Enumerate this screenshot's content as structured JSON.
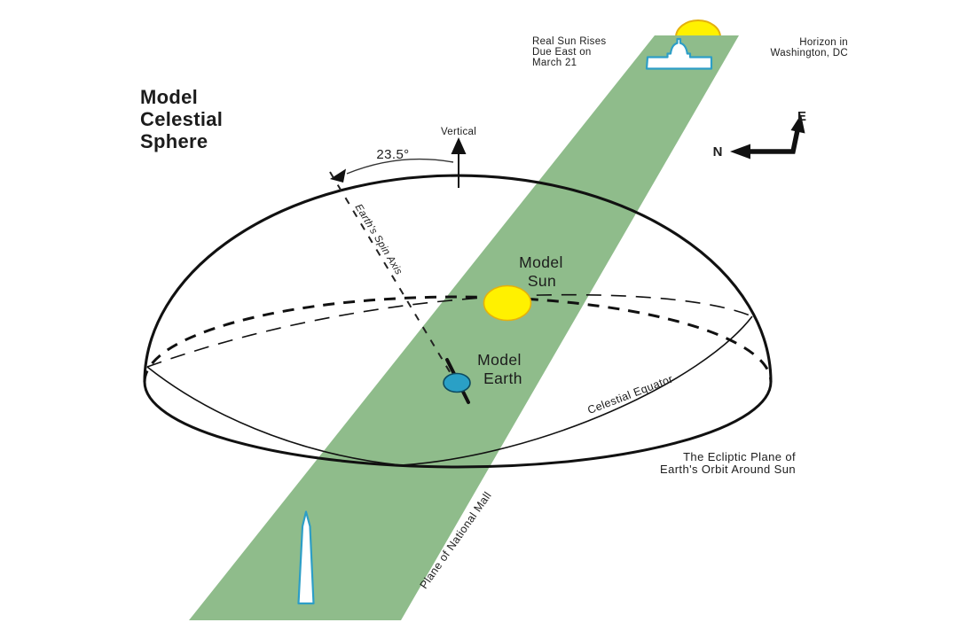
{
  "title": {
    "lines": [
      "Model",
      "Celestial",
      "Sphere"
    ]
  },
  "labels": {
    "real_sun_note": {
      "lines": [
        "Real Sun Rises",
        "Due East on",
        "March 21"
      ]
    },
    "horizon_note": {
      "lines": [
        "Horizon in",
        "Washington, DC"
      ]
    },
    "vertical": "Vertical",
    "tilt_angle": "23.5°",
    "spin_axis": "Earth's Spin Axis",
    "model_sun": {
      "lines": [
        "Model",
        "Sun"
      ]
    },
    "model_earth": {
      "lines": [
        "Model",
        "Earth"
      ]
    },
    "celestial_equator": "Celestial Equator",
    "ecliptic_note": {
      "lines": [
        "The Ecliptic Plane of",
        "Earth's Orbit Around Sun"
      ]
    },
    "mall_plane": "Plane of National Mall",
    "compass": {
      "east": "E",
      "north": "N"
    }
  },
  "colors": {
    "background": "#FFFFFF",
    "band": "#8FBC8B",
    "sun": "#FFF100",
    "sun_outline": "#E4B00E",
    "earth": "#2AA0C6",
    "earth_outline": "#0E4B60",
    "landmark_fill": "#FFFFFF",
    "landmark_outline": "#2D9EC6",
    "ink": "#1C1C1C"
  }
}
